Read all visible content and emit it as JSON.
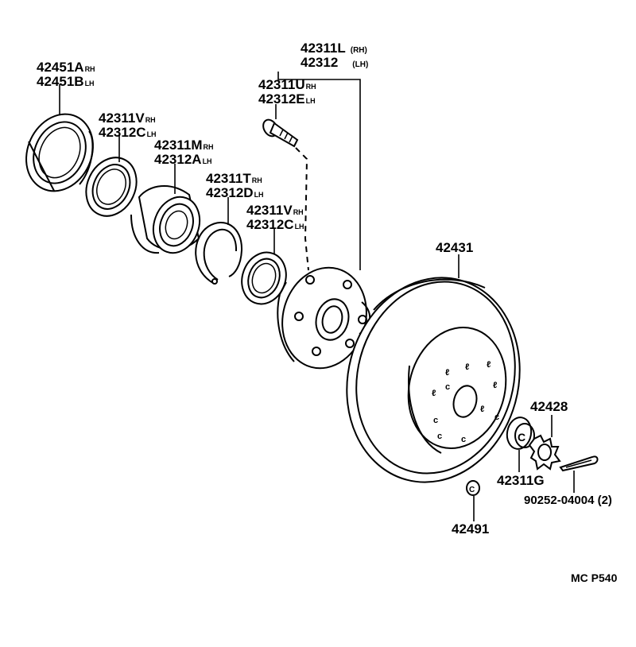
{
  "parts": {
    "seal_outer": {
      "a": "42451A",
      "a_side": "RH",
      "b": "42451B",
      "b_side": "LH"
    },
    "race_outer": {
      "a": "42311V",
      "a_side": "RH",
      "b": "42312C",
      "b_side": "LH"
    },
    "bearing": {
      "a": "42311M",
      "a_side": "RH",
      "b": "42312A",
      "b_side": "LH"
    },
    "snap_ring": {
      "a": "42311T",
      "a_side": "RH",
      "b": "42312D",
      "b_side": "LH"
    },
    "race_inner": {
      "a": "42311V",
      "a_side": "RH",
      "b": "42312C",
      "b_side": "LH"
    },
    "hub_assy": {
      "a": "42311L",
      "a_side": "(RH)",
      "b": "42312",
      "b_side": "(LH)"
    },
    "hub_bolt": {
      "a": "42311U",
      "a_side": "RH",
      "b": "42312E",
      "b_side": "LH"
    },
    "disc": "42431",
    "nut_lock_cap": "42428",
    "hub_nut": "42311G",
    "cotter_pin": "90252-04004 (2)",
    "grease_cap": "42491"
  },
  "figure_code": "MC P540"
}
